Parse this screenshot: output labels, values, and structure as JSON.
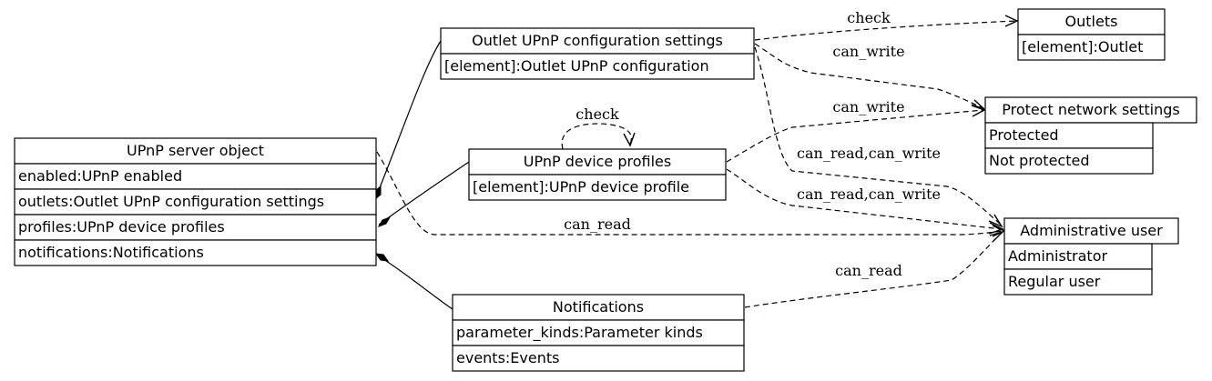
{
  "nodes": {
    "upnp_server": {
      "title": "UPnP server object",
      "rows": [
        "enabled:UPnP enabled",
        "outlets:Outlet UPnP configuration settings",
        "profiles:UPnP device profiles",
        "notifications:Notifications"
      ]
    },
    "outlet_config": {
      "title": "Outlet UPnP configuration settings",
      "rows": [
        "[element]:Outlet UPnP configuration"
      ]
    },
    "device_profiles": {
      "title": "UPnP device profiles",
      "rows": [
        "[element]:UPnP device profile"
      ]
    },
    "notifications": {
      "title": "Notifications",
      "rows": [
        "parameter_kinds:Parameter kinds",
        "events:Events"
      ]
    },
    "outlets": {
      "title": "Outlets",
      "rows": [
        "[element]:Outlet"
      ]
    },
    "protect_network": {
      "title": "Protect network settings",
      "rows": [
        "Protected",
        "Not protected"
      ]
    },
    "admin_user": {
      "title": "Administrative user",
      "rows": [
        "Administrator",
        "Regular user"
      ]
    }
  },
  "edges": [
    {
      "from": "upnp_server",
      "to": "outlet_config",
      "kind": "composition"
    },
    {
      "from": "upnp_server",
      "to": "device_profiles",
      "kind": "composition"
    },
    {
      "from": "upnp_server",
      "to": "notifications",
      "kind": "composition"
    },
    {
      "from": "upnp_server",
      "to": "admin_user",
      "kind": "dependency",
      "label": "can_read"
    },
    {
      "from": "outlet_config",
      "to": "outlets",
      "kind": "dependency",
      "label": "check"
    },
    {
      "from": "outlet_config",
      "to": "protect_network",
      "kind": "dependency",
      "label": "can_write"
    },
    {
      "from": "outlet_config",
      "to": "admin_user",
      "kind": "dependency",
      "label": "can_read,can_write"
    },
    {
      "from": "device_profiles",
      "to": "device_profiles",
      "kind": "dependency",
      "label": "check"
    },
    {
      "from": "device_profiles",
      "to": "protect_network",
      "kind": "dependency",
      "label": "can_write"
    },
    {
      "from": "device_profiles",
      "to": "admin_user",
      "kind": "dependency",
      "label": "can_read,can_write"
    },
    {
      "from": "notifications",
      "to": "admin_user",
      "kind": "dependency",
      "label": "can_read"
    }
  ]
}
